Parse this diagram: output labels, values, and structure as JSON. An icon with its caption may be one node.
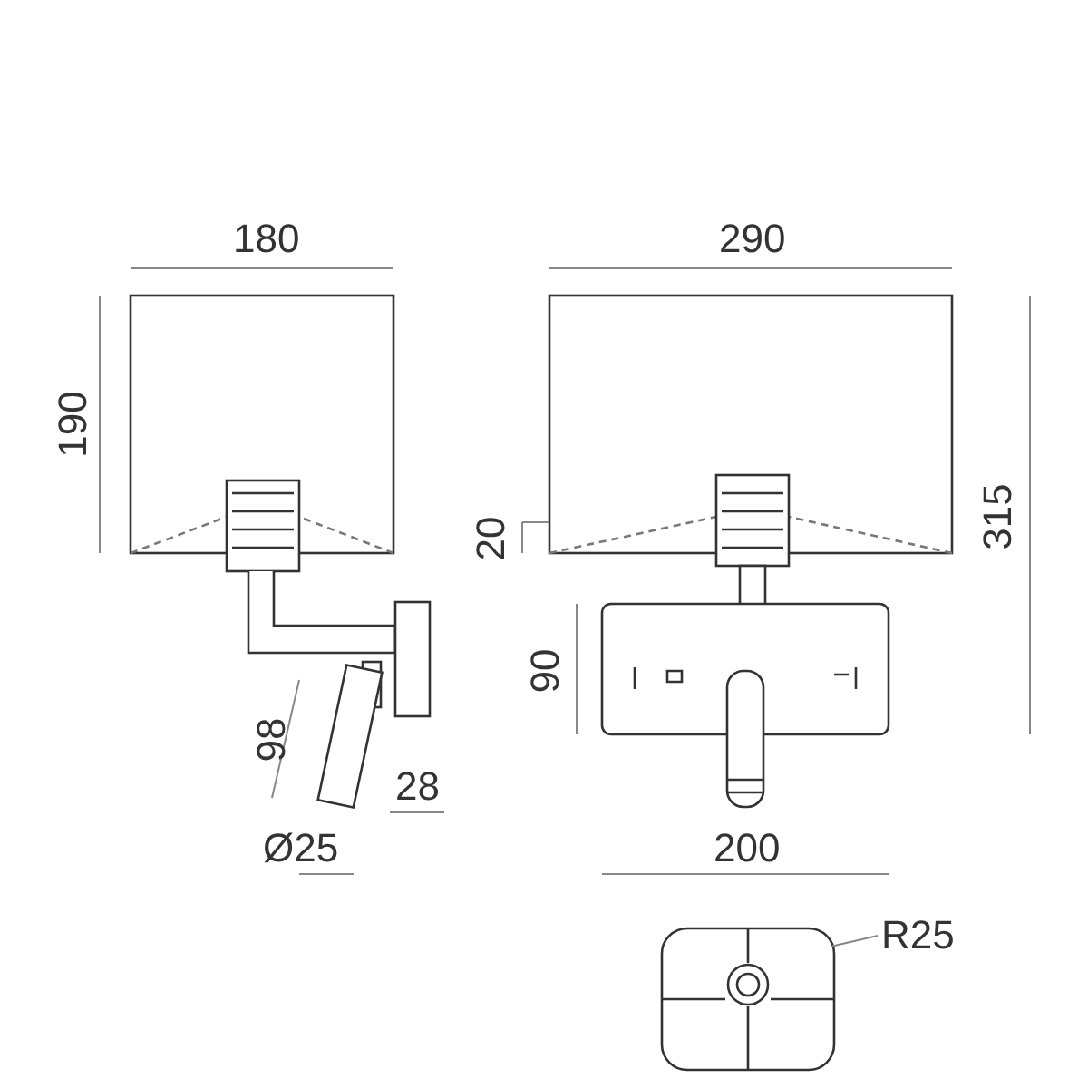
{
  "diagram": {
    "nodes": [
      {
        "text": [
          "R25"
        ]
      },
      {
        "text": [],
        "shape": "box"
      }
    ],
    "edges": [
      {
        "from": 0,
        "to": 1,
        "arrow": "none"
      }
    ],
    "labels": [
      "180",
      "290",
      "190",
      "20",
      "315",
      "90",
      "98",
      "28",
      "Ø25",
      "200"
    ]
  }
}
